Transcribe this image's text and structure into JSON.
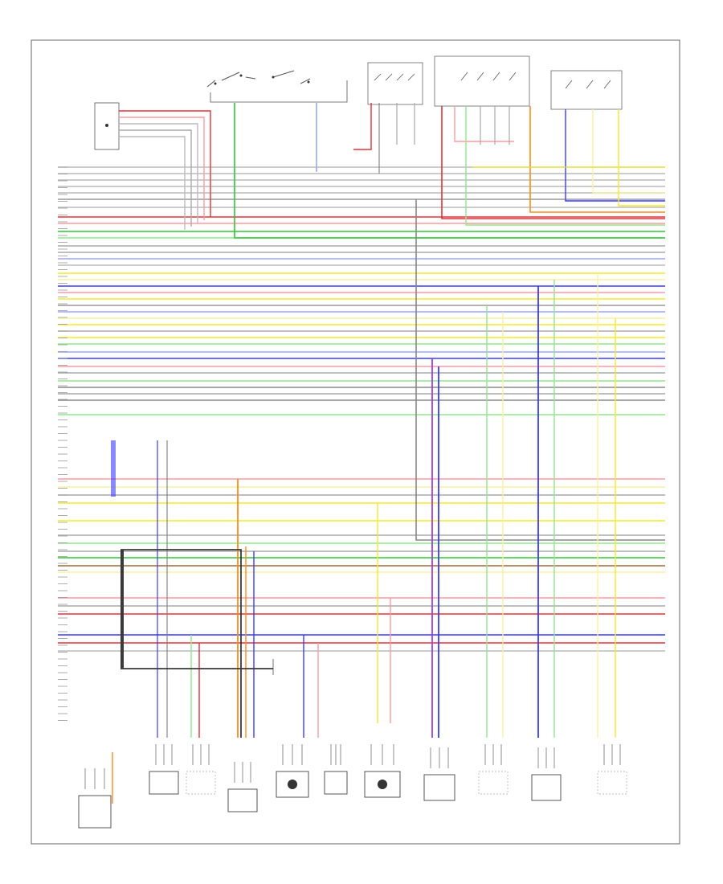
{
  "diagram": {
    "footer_code": "",
    "colors": {
      "red": "#e8303a",
      "pink": "#ff9aa0",
      "green": "#2fc637",
      "light_green": "#8fe88c",
      "blue": "#3a3aff",
      "light_blue": "#9aa6ff",
      "yellow": "#f5ea2a",
      "light_yellow": "#f7f2a0",
      "orange": "#ff8a1a",
      "gray": "#888888",
      "dark_gray": "#3a3a3a",
      "purple": "#a040e0",
      "cyan": "#2ee0e0",
      "brown": "#a06a3a",
      "black": "#111111"
    },
    "components": {
      "top_switch": {
        "label": ""
      },
      "top_box_left": {
        "label": ""
      },
      "top_box_mid": {
        "label": ""
      },
      "top_box_right": {
        "label": ""
      },
      "left_connector": {
        "label": ""
      },
      "mid_connector": {
        "label": ""
      }
    },
    "bottom_components": [
      {
        "id": "pressure-control-solenoid",
        "label": ""
      },
      {
        "id": "4wd-indicator-lamp",
        "label": ""
      },
      {
        "id": "left-front-wheel-speed-sensor",
        "label": ""
      },
      {
        "id": "right-front-wheel-speed-sensor",
        "label": ""
      },
      {
        "id": "front-input-shaft-speed-sensor",
        "label": ""
      },
      {
        "id": "neutral-switch",
        "label": ""
      },
      {
        "id": "transfer-case-motor",
        "label": ""
      },
      {
        "id": "right-rear-wheel-speed-sensor",
        "label": ""
      },
      {
        "id": "front-output-shaft-speed-sensor",
        "label": ""
      },
      {
        "id": "left-rear-output-speed-sensor",
        "label": ""
      },
      {
        "id": "left-rear-wheel-speed-sensor",
        "label": ""
      }
    ]
  }
}
